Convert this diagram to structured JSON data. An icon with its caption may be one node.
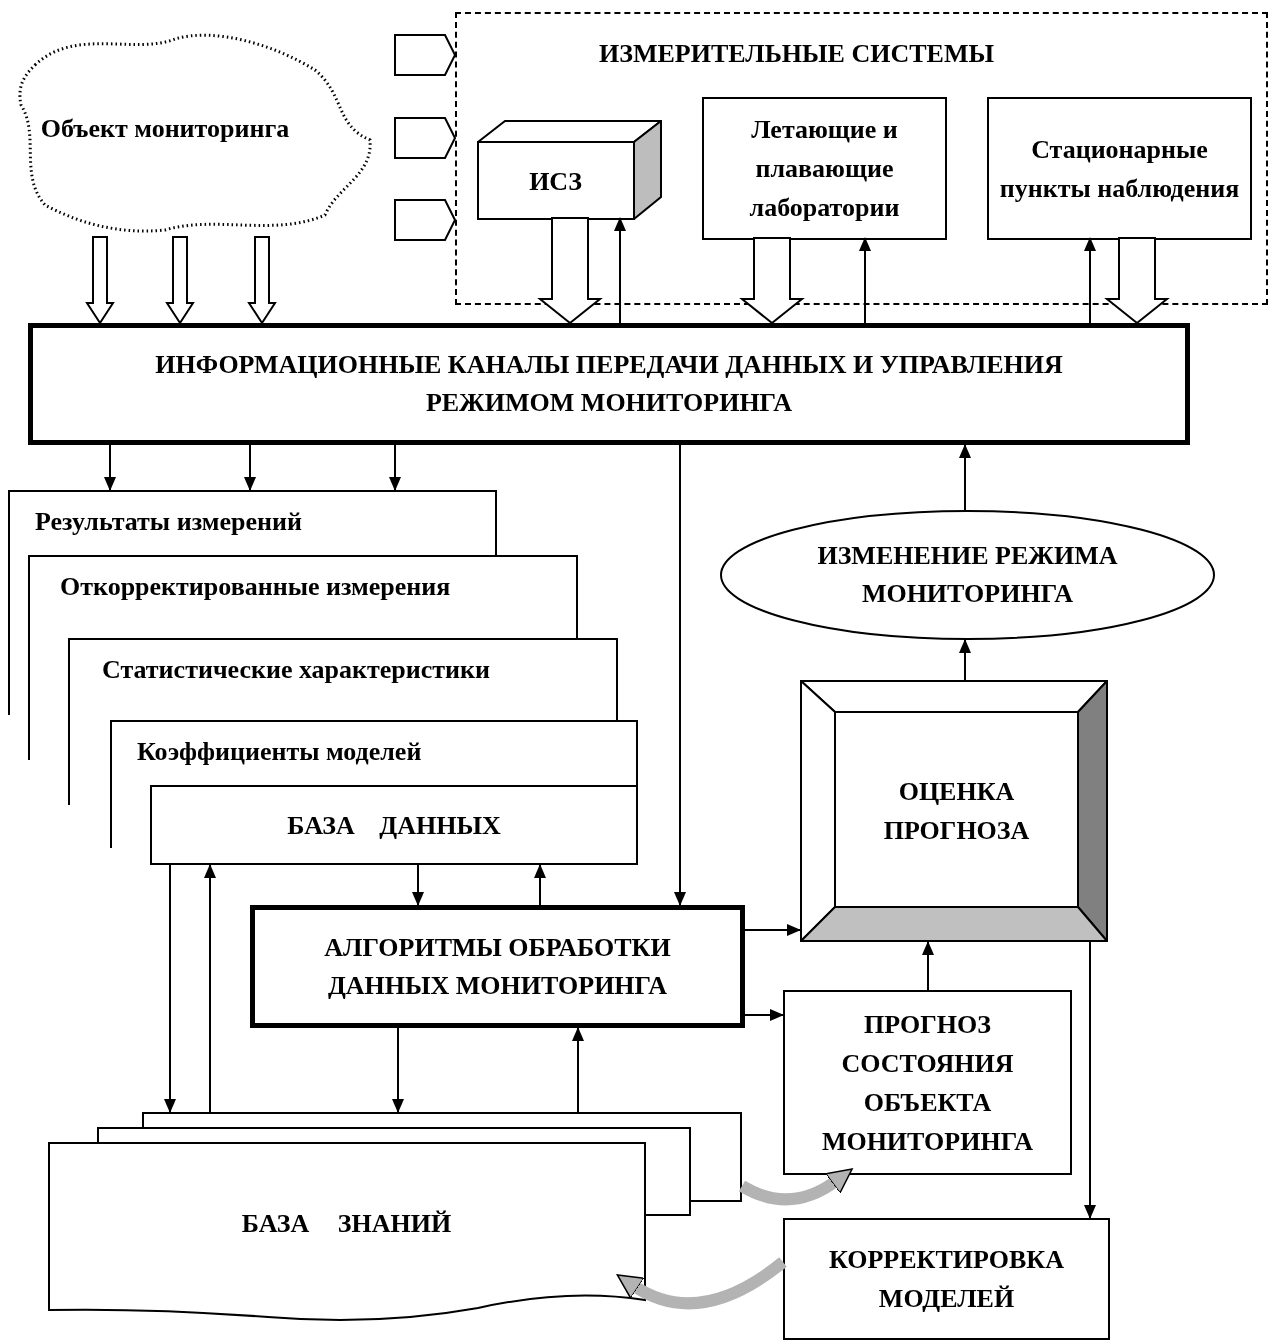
{
  "diagram": {
    "nodes": [
      {
        "text": [
          "Объект мониторинга"
        ]
      },
      {
        "text": [
          "ИЗМЕРИТЕЛЬНЫЕ СИСТЕМЫ"
        ]
      },
      {
        "text": [
          "ИСЗ"
        ],
        "in": 1
      },
      {
        "text": [
          "Летающие и плавающие лаборатории"
        ],
        "in": 1
      },
      {
        "text": [
          "Стационарные пункты наблюдения"
        ],
        "in": 1
      },
      {
        "text": [
          "ИНФОРМАЦИОННЫЕ КАНАЛЫ ПЕРЕДАЧИ ДАННЫХ И УПРАВЛЕНИЯ РЕЖИМОМ МОНИТОРИНГА"
        ]
      },
      {
        "text": [
          "Результаты измерений"
        ]
      },
      {
        "text": [
          "Откорректированные измерения"
        ]
      },
      {
        "text": [
          "Статистические характеристики"
        ]
      },
      {
        "text": [
          "Коэффициенты моделей"
        ]
      },
      {
        "text": [
          "БАЗА ДАННЫХ"
        ]
      },
      {
        "text": [
          "АЛГОРИТМЫ ОБРАБОТКИ ДАННЫХ МОНИТОРИНГА"
        ]
      },
      {
        "text": [
          "ИЗМЕНЕНИЕ РЕЖИМА МОНИТОРИНГА"
        ]
      },
      {
        "text": [
          "ОЦЕНКА ПРОГНОЗА"
        ]
      },
      {
        "text": [
          "ПРОГНОЗ СОСТОЯНИЯ ОБЪЕКТА МОНИТОРИНГА"
        ]
      },
      {
        "text": [
          "БАЗА ЗНАНИЙ"
        ]
      },
      {
        "text": [
          "КОРРЕКТИРОВКА МОДЕЛЕЙ"
        ]
      }
    ],
    "edges": [
      {
        "from": null,
        "to": 1,
        "arrow": "to",
        "style": "thick"
      },
      {
        "from": null,
        "to": 1,
        "arrow": "to",
        "style": "thick"
      },
      {
        "from": null,
        "to": 1,
        "arrow": "to",
        "style": "thick"
      },
      {
        "from": 0,
        "to": 5,
        "arrow": "to",
        "style": "thick"
      },
      {
        "from": 0,
        "to": 5,
        "arrow": "to",
        "style": "thick"
      },
      {
        "from": 0,
        "to": 5,
        "arrow": "to",
        "style": "thick"
      },
      {
        "from": 2,
        "to": 5,
        "arrow": "to",
        "style": "thick"
      },
      {
        "from": 5,
        "to": 2,
        "arrow": "to"
      },
      {
        "from": 3,
        "to": 5,
        "arrow": "to",
        "style": "thick"
      },
      {
        "from": 5,
        "to": 3,
        "arrow": "to"
      },
      {
        "from": 5,
        "to": 4,
        "arrow": "to"
      },
      {
        "from": 4,
        "to": 5,
        "arrow": "to",
        "style": "thick"
      },
      {
        "from": 5,
        "to": 6,
        "arrow": "to"
      },
      {
        "from": 5,
        "to": 6,
        "arrow": "to"
      },
      {
        "from": 5,
        "to": 6,
        "arrow": "to"
      },
      {
        "from": 5,
        "to": 11,
        "arrow": "to"
      },
      {
        "from": 12,
        "to": 5,
        "arrow": "to"
      },
      {
        "from": 13,
        "to": 12,
        "arrow": "to"
      },
      {
        "from": 10,
        "to": 11,
        "arrow": "to"
      },
      {
        "from": 11,
        "to": 10,
        "arrow": "to"
      },
      {
        "from": 10,
        "to": 15,
        "arrow": "to"
      },
      {
        "from": 15,
        "to": 10,
        "arrow": "to"
      },
      {
        "from": 11,
        "to": 15,
        "arrow": "to"
      },
      {
        "from": 15,
        "to": 11,
        "arrow": "to"
      },
      {
        "from": 11,
        "to": 13,
        "arrow": "to"
      },
      {
        "from": 11,
        "to": 14,
        "arrow": "to"
      },
      {
        "from": 14,
        "to": 13,
        "arrow": "to"
      },
      {
        "from": 13,
        "to": 16,
        "arrow": "to"
      },
      {
        "from": 15,
        "to": 14,
        "arrow": "to",
        "style": "thick",
        "color": "#b3b3b3"
      },
      {
        "from": 16,
        "to": 15,
        "arrow": "to",
        "style": "thick",
        "color": "#b3b3b3"
      }
    ]
  }
}
